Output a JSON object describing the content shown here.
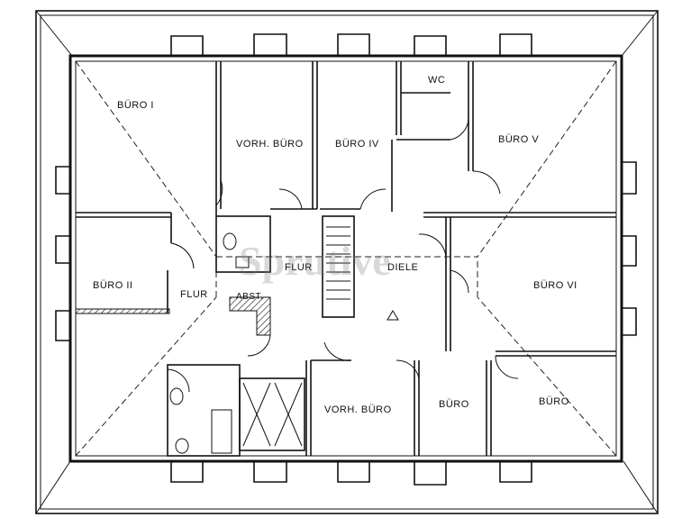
{
  "rooms": {
    "buro_1": "BÜRO I",
    "vorh_buro_top": "VORH. BÜRO",
    "buro_4": "BÜRO IV",
    "wc": "WC",
    "buro_5": "BÜRO V",
    "flur_center": "FLUR",
    "diele": "DIELE",
    "buro_2": "BÜRO II",
    "flur_left": "FLUR",
    "abst": "ABST.",
    "buro_6": "BÜRO VI",
    "vorh_buro_bottom": "VORH. BÜRO",
    "buro_small": "BÜRO",
    "buro_bottom_right": "BÜRO"
  },
  "watermark": "Sprutive",
  "colors": {
    "ink": "#111111",
    "paper": "#ffffff",
    "watermark": "#787878"
  }
}
